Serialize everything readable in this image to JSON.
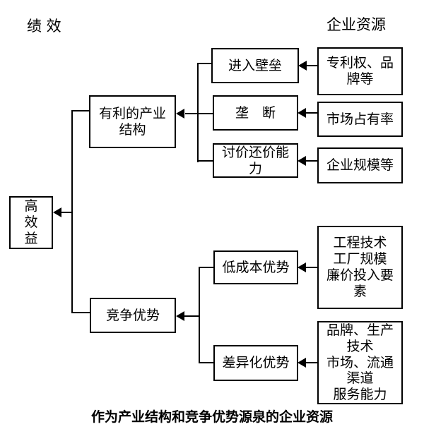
{
  "diagram": {
    "label_performance": "绩 效",
    "label_resources": "企业资源",
    "caption": "作为产业结构和竞争优势源泉的企业资源",
    "nodes": {
      "high_benefit": {
        "label": "高\n效\n益"
      },
      "favorable_structure": {
        "label": "有利的产业结构"
      },
      "competitive_advantage": {
        "label": "竞争优势"
      },
      "entry_barrier": {
        "label": "进入壁垒"
      },
      "monopoly": {
        "label": "垄　断"
      },
      "bargaining_power": {
        "label": "讨价还价能力"
      },
      "low_cost_advantage": {
        "label": "低成本优势"
      },
      "differentiation_advantage": {
        "label": "差异化优势"
      },
      "patents_brands": {
        "label": "专利权、品牌等"
      },
      "market_share": {
        "label": "市场占有率"
      },
      "firm_scale": {
        "label": "企业规模等"
      },
      "engineering_factors": {
        "label": "工程技术\n工厂规模\n廉价投入要素"
      },
      "brand_service_factors": {
        "label": "品牌、生产技术\n市场、流通渠道\n服务能力"
      }
    },
    "colors": {
      "line": "#000000",
      "background": "#ffffff",
      "text": "#000000"
    }
  }
}
